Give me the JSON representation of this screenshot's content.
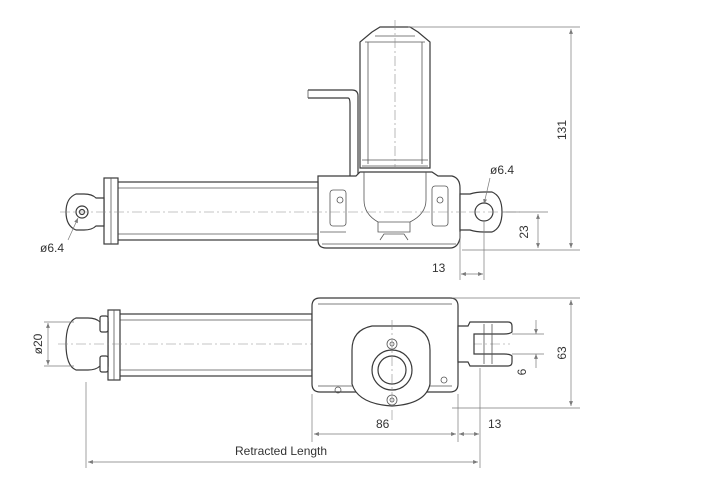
{
  "dimensions": {
    "top_height": "131",
    "top_hole_right": "ø6.4",
    "top_hole_left": "ø6.4",
    "top_offset": "23",
    "top_clevis": "13",
    "bottom_dia": "ø20",
    "bottom_width": "63",
    "bottom_slot": "6",
    "bottom_body": "86",
    "bottom_clevis": "13",
    "retracted": "Retracted Length"
  },
  "colors": {
    "line": "#3a3a3a",
    "dimension": "#7a7a7a"
  }
}
